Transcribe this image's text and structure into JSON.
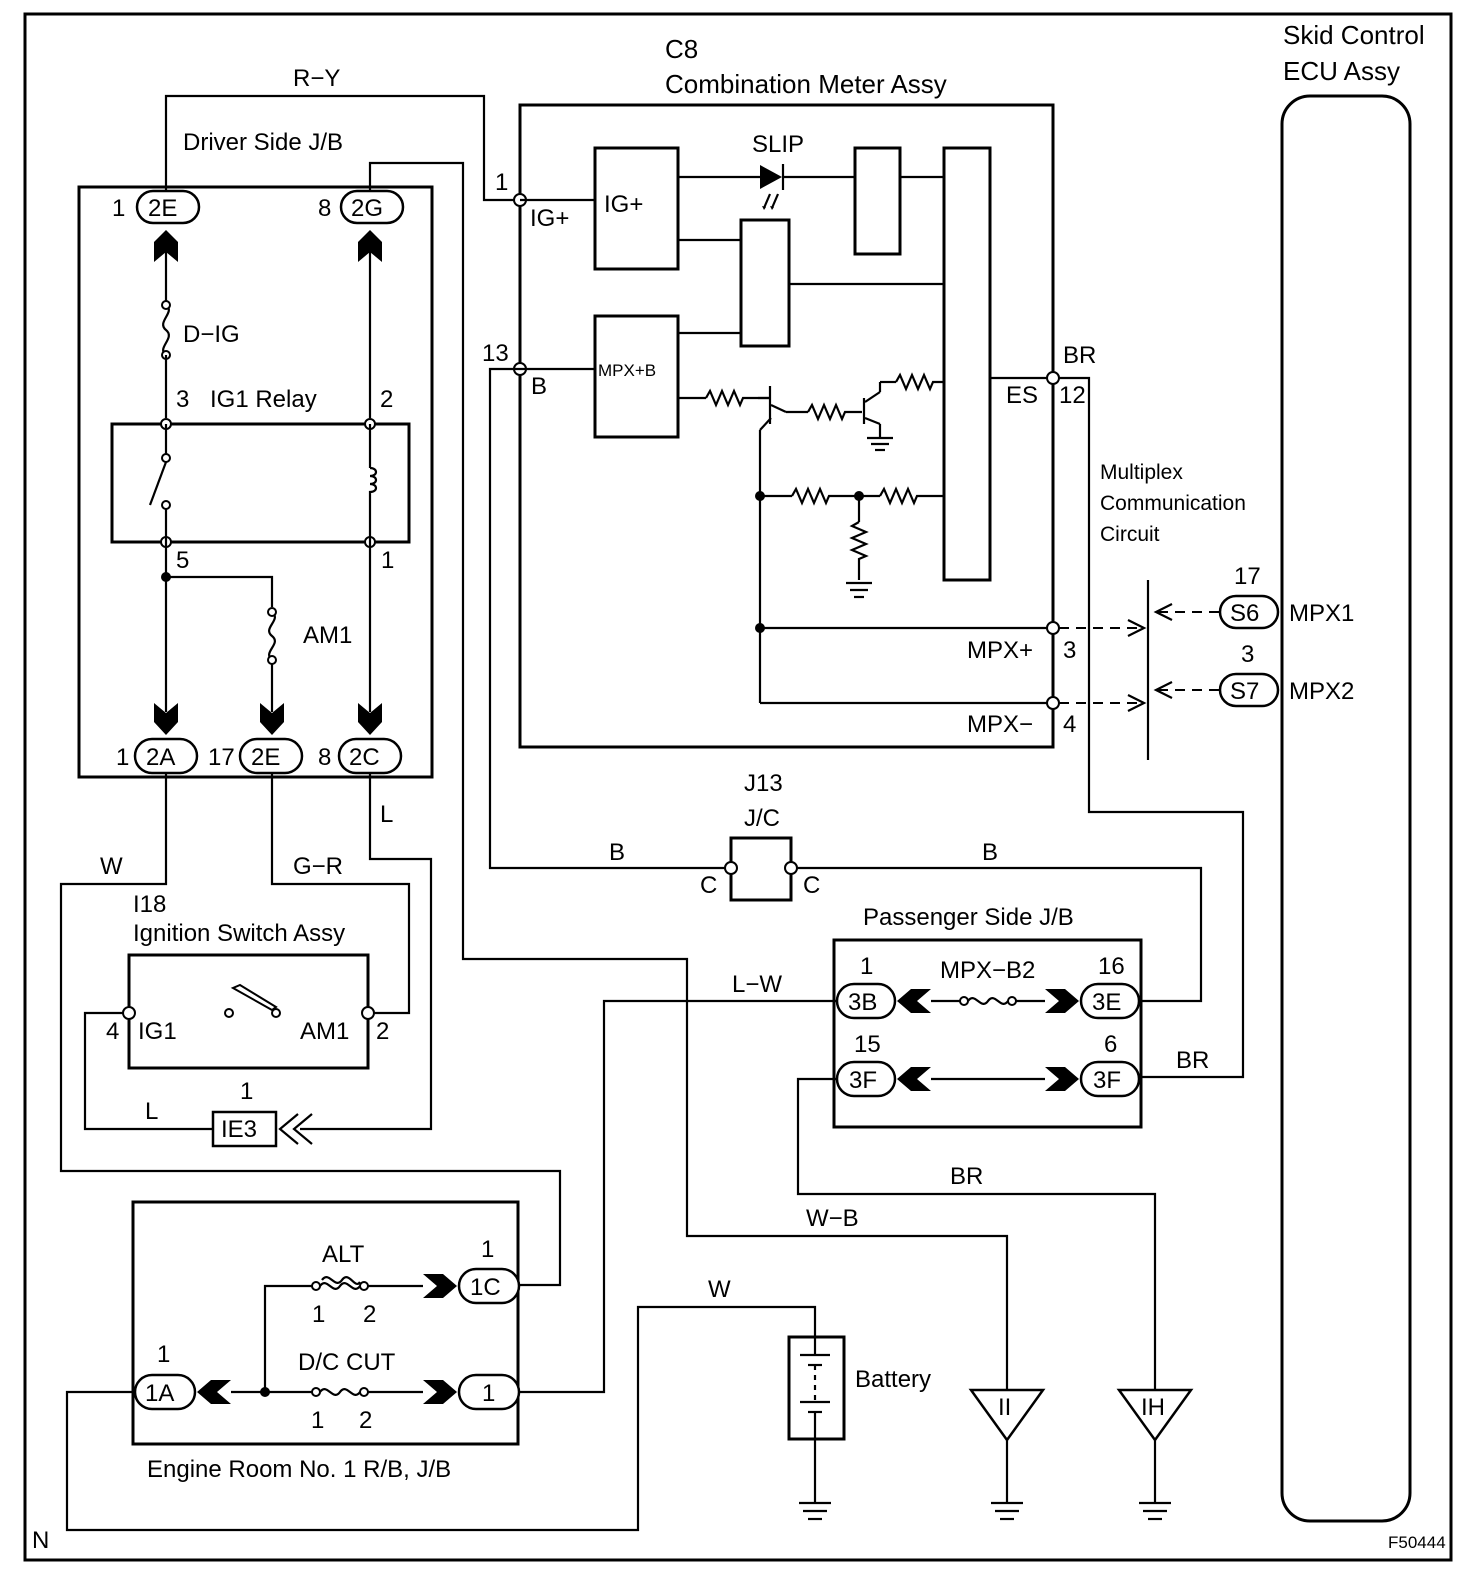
{
  "labels": {
    "corner_n": "N",
    "figure_id": "F50444",
    "skid_title_1": "Skid Control",
    "skid_title_2": "ECU Assy",
    "c8_id": "C8",
    "c8_name": "Combination Meter Assy",
    "driver_jb": "Driver Side J/B",
    "ig1_relay": "IG1 Relay",
    "d_ig": "D−IG",
    "am1_fuse": "AM1",
    "slip": "SLIP",
    "ig_plus_box": "IG+",
    "ig_plus_pin": "IG+",
    "b_pin": "B",
    "mpx_b_box": "MPX+B",
    "es_pin": "ES",
    "mpx_plus": "MPX+",
    "mpx_minus": "MPX−",
    "multiplex_1": "Multiplex",
    "multiplex_2": "Communication",
    "multiplex_3": "Circuit",
    "mpx1": "MPX1",
    "mpx2": "MPX2",
    "j13": "J13",
    "jc": "J/C",
    "c_left": "C",
    "c_right": "C",
    "i18": "I18",
    "ign_switch": "Ignition Switch Assy",
    "ig1_sw": "IG1",
    "am1_sw": "AM1",
    "passenger_jb": "Passenger Side J/B",
    "mpx_b2": "MPX−B2",
    "alt": "ALT",
    "dc_cut": "D/C CUT",
    "engine_room": "Engine Room No. 1 R/B, J/B",
    "battery": "Battery",
    "ground_ii": "II",
    "ground_ih": "IH"
  },
  "wires": {
    "r_y": "R−Y",
    "br_top": "BR",
    "w_left": "W",
    "g_r": "G−R",
    "l_right": "L",
    "l_bottom": "L",
    "b_left": "B",
    "b_right": "B",
    "l_w": "L−W",
    "br_mid": "BR",
    "br_low": "BR",
    "w_b": "W−B",
    "w_battery": "W"
  },
  "connectors": {
    "j2e_top": "2E",
    "j2g_top": "2G",
    "j2a": "2A",
    "j2e_bot": "2E",
    "j2c": "2C",
    "s6": "S6",
    "s7": "S7",
    "ie3": "IE3",
    "p3b": "3B",
    "p3e": "3E",
    "p3f_l": "3F",
    "p3f_r": "3F",
    "e1c": "1C",
    "e1": "1",
    "e1a": "1A"
  },
  "pins": {
    "p2e_top": "1",
    "p2g_top": "8",
    "relay3": "3",
    "relay2": "2",
    "relay5": "5",
    "relay1": "1",
    "p2a": "1",
    "p2e_bot": "17",
    "p2c": "8",
    "c8_1": "1",
    "c8_13": "13",
    "c8_12": "12",
    "c8_3": "3",
    "c8_4": "4",
    "s6_num": "17",
    "s7_num": "3",
    "sw4": "4",
    "sw2": "2",
    "ie3_num": "1",
    "p3b_num": "1",
    "p3e_num": "16",
    "p3f_l_num": "15",
    "p3f_r_num": "6",
    "e1c_num": "1",
    "e1a_num": "1",
    "alt1": "1",
    "alt2": "2",
    "dc1": "1",
    "dc2": "2"
  }
}
